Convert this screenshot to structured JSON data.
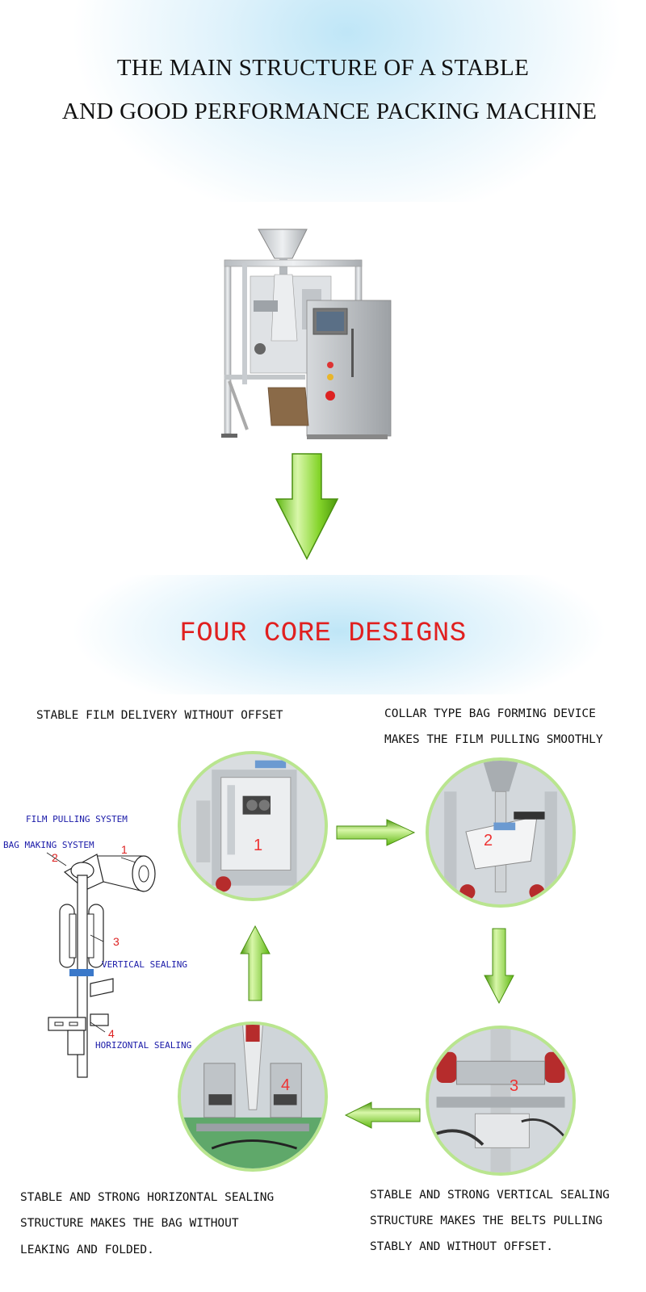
{
  "header": {
    "title_line1": "THE MAIN STRUCTURE OF A STABLE",
    "title_line2": "AND GOOD PERFORMANCE PACKING MACHINE"
  },
  "section": {
    "subtitle": "FOUR CORE DESIGNS"
  },
  "captions": {
    "film_delivery": "STABLE FILM DELIVERY WITHOUT OFFSET",
    "collar_line1": "COLLAR TYPE BAG FORMING DEVICE",
    "collar_line2": "MAKES THE FILM PULLING SMOOTHLY",
    "horizontal_line1": "STABLE AND STRONG HORIZONTAL SEALING",
    "horizontal_line2": "STRUCTURE MAKES THE BAG WITHOUT",
    "horizontal_line3": "LEAKING AND FOLDED.",
    "vertical_line1": "STABLE AND STRONG VERTICAL SEALING",
    "vertical_line2": "STRUCTURE MAKES THE BELTS PULLING",
    "vertical_line3": "STABLY AND WITHOUT OFFSET."
  },
  "diagram": {
    "label_film_pulling": "FILM PULLING SYSTEM",
    "label_bag_making": "BAG MAKING SYSTEM",
    "label_vertical": "VERTICAL SEALING",
    "label_horizontal": "HORIZONTAL SEALING",
    "num1": "1",
    "num2": "2",
    "num3": "3",
    "num4": "4"
  },
  "circles": {
    "c1": "1",
    "c2": "2",
    "c3": "3",
    "c4": "4"
  },
  "colors": {
    "accent_red": "#e02020",
    "arrow_green": "#7ed321",
    "circle_border": "#b9e58f",
    "band_blue": "#bfe6f7"
  },
  "icons": {
    "down_arrow": "big-green-down-arrow-icon",
    "flow_arrows": "green-flow-arrow-icon"
  }
}
